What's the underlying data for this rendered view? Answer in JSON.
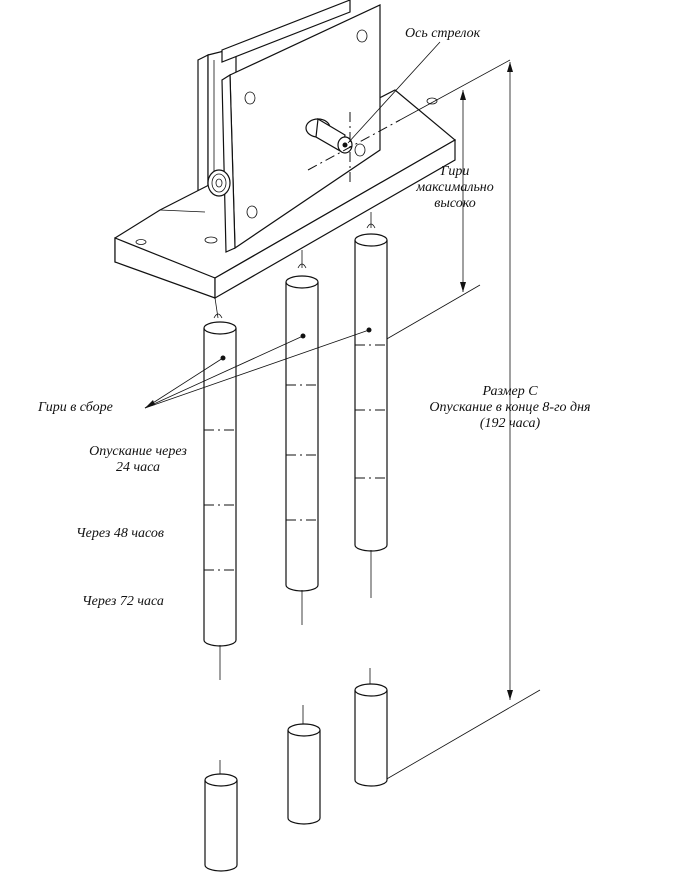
{
  "labels": {
    "hands_axis": "Ось стрелок",
    "weights_max_high_1": "Гири",
    "weights_max_high_2": "максимально",
    "weights_max_high_3": "высоко",
    "weights_assembled": "Гири в сборе",
    "drop_24_1": "Опускание через",
    "drop_24_2": "24 часа",
    "after_48": "Через 48 часов",
    "after_72": "Через 72 часа",
    "size_c_1": "Размер С",
    "size_c_2": "Опускание в конце 8-го дня",
    "size_c_3": "(192 часа)"
  }
}
